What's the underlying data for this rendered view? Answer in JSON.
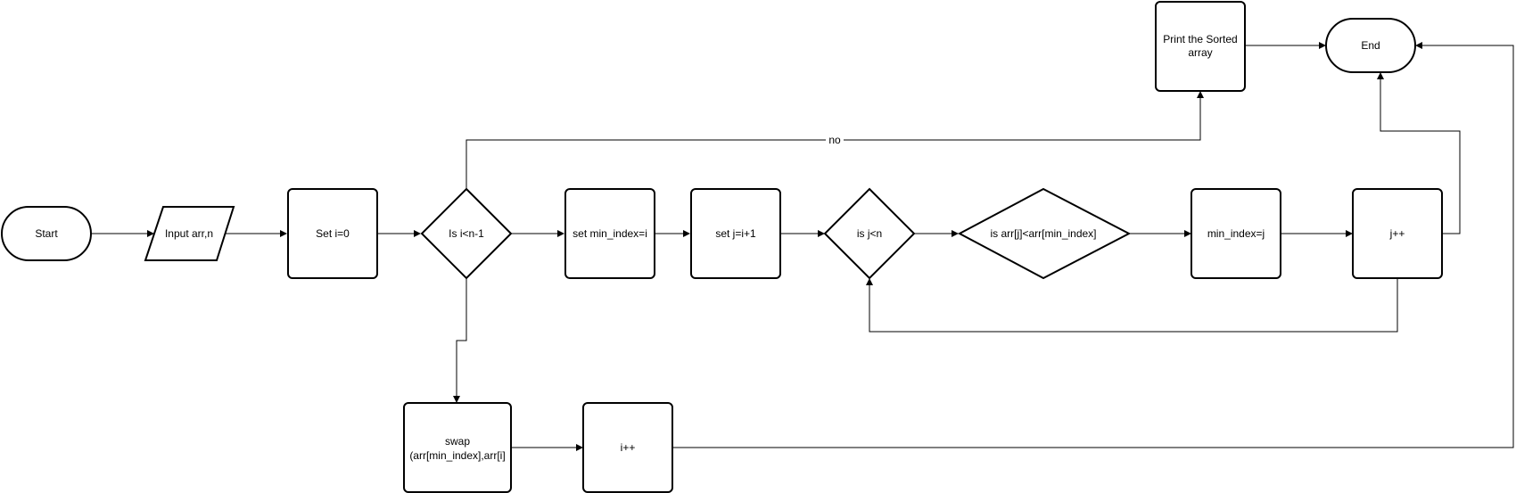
{
  "nodes": {
    "start": "Start",
    "input": "Input arr,n",
    "set_i": "Set i=0",
    "cond_i": "Is i<n-1",
    "set_min": "set min_index=i",
    "set_j": "set j=i+1",
    "cond_j": "is j<n",
    "cond_arr": "is arr[j]<arr[min_index]",
    "min_j": "min_index=j",
    "j_inc": "j++",
    "print_line1": "Print the Sorted",
    "print_line2": "array",
    "end": "End",
    "swap_line1": "swap",
    "swap_line2": "(arr[min_index],arr[i]",
    "i_inc": "i++"
  },
  "edges": {
    "no_label": "no"
  }
}
